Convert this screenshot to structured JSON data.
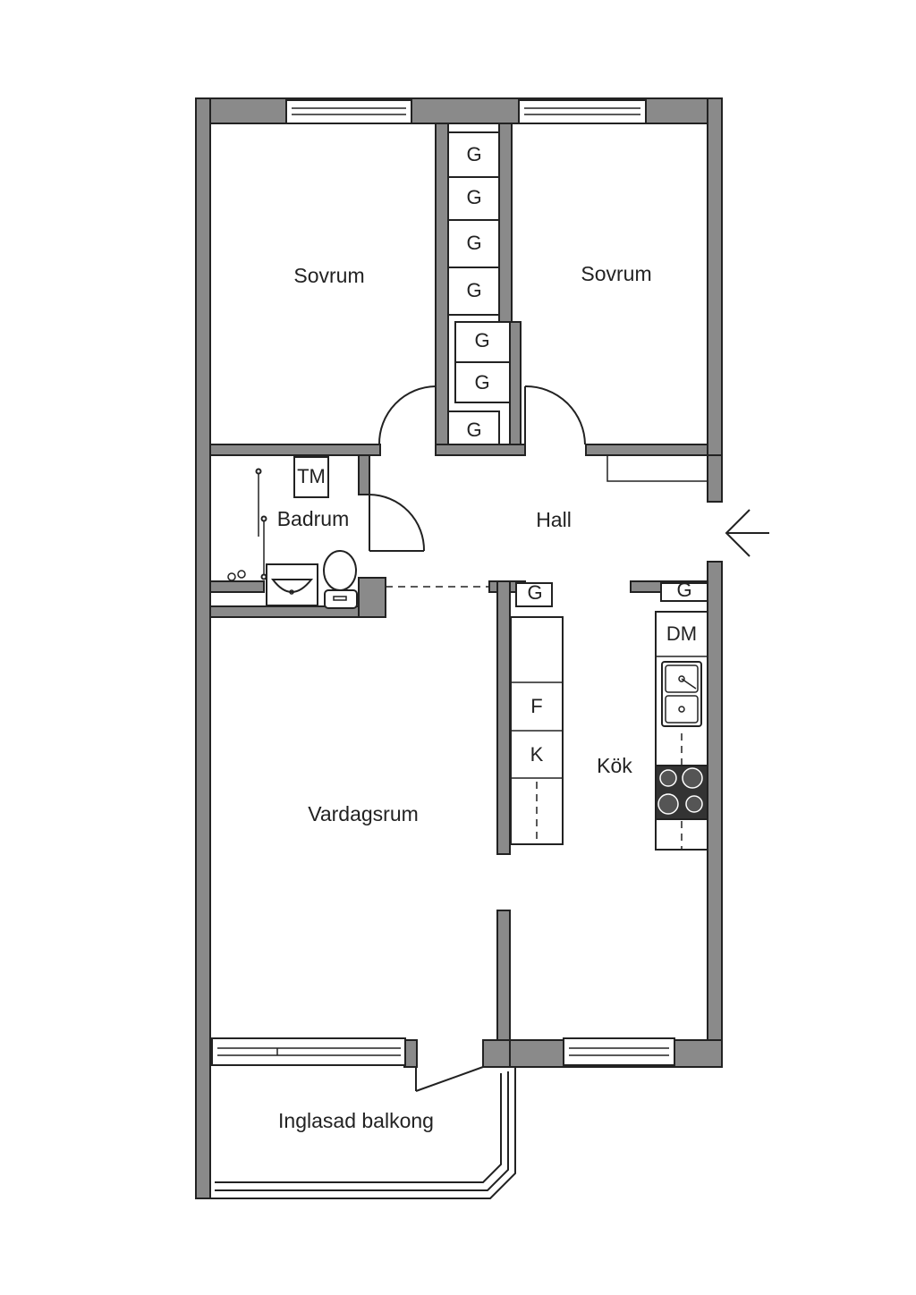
{
  "rooms": {
    "sovrum_left": "Sovrum",
    "sovrum_right": "Sovrum",
    "badrum": "Badrum",
    "hall": "Hall",
    "vardagsrum": "Vardagsrum",
    "kok": "Kök",
    "balkong": "Inglasad balkong"
  },
  "fixtures": {
    "wardrobe": "G",
    "tm": "TM",
    "dm": "DM",
    "fridge": "F",
    "freezer": "K"
  },
  "colors": {
    "wall": "#8a8a8a",
    "line": "#222222",
    "stove": "#333333"
  }
}
